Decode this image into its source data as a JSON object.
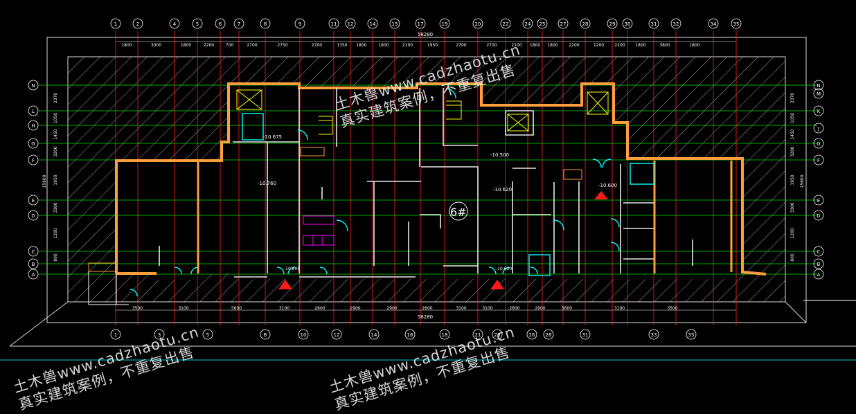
{
  "colors": {
    "background": "#000000",
    "axis_line": "#00ff00",
    "grid_red": "#ff0000",
    "wall": "#ff9e3d",
    "dim": "#ffffff",
    "cyan": "#00ffff",
    "magenta": "#ff00ff"
  },
  "axis_top": [
    "1",
    "2",
    "4",
    "5",
    "6",
    "7",
    "8",
    "9",
    "11",
    "12",
    "14",
    "15",
    "17",
    "19",
    "20",
    "22",
    "24",
    "25",
    "27",
    "28",
    "29",
    "30",
    "31",
    "32",
    "34",
    "35"
  ],
  "axis_bottom": [
    "1",
    "3",
    "5",
    "B",
    "10",
    "12",
    "14",
    "16",
    "18",
    "21",
    "23",
    "26",
    "28",
    "31",
    "33",
    "35"
  ],
  "axis_left": [
    "N",
    "L",
    "H",
    "G",
    "F",
    "E",
    "D",
    "C",
    "B",
    "A"
  ],
  "axis_right": [
    "N",
    "M",
    "K",
    "J",
    "G",
    "F",
    "E",
    "D",
    "C",
    "B",
    "A"
  ],
  "dims_top_total": "58280",
  "dims_bottom_total": "58280",
  "dims_top": [
    "1800",
    "3000",
    "1800",
    "2200",
    "700",
    "2700",
    "2750",
    "2700",
    "1350",
    "1800",
    "1800",
    "2100",
    "1950",
    "2700",
    "2700",
    "2100",
    "1800",
    "1800",
    "2200",
    "1200",
    "2200",
    "1800",
    "3800",
    "1800"
  ],
  "dims_bottom": [
    "3500",
    "3100",
    "5600",
    "3100",
    "2600",
    "2900",
    "2900",
    "2600",
    "3100",
    "3100",
    "2600",
    "2900",
    "5600",
    "3100",
    "3500"
  ],
  "dims_left": [
    "2370",
    "1050",
    "1450",
    "3200",
    "1950",
    "3300",
    "1200",
    "800"
  ],
  "dims_right": [
    "2370",
    "1050",
    "1450",
    "3200",
    "1950",
    "3300",
    "1200",
    "800"
  ],
  "dims_left_total": "15600",
  "dims_right_total": "15600",
  "labels": {
    "unit": "6#",
    "elev_1": "-10.675",
    "elev_2": "-10.760",
    "elev_3": "-10.620",
    "elev_4": "-10.500",
    "elev_5": "-10.600",
    "elev_6": "-10.600",
    "elev_7": "-10.600"
  },
  "watermark": {
    "line1": "土木兽www.cadzhaotu.cn",
    "line2": "真实建筑案例，不重复出售"
  }
}
